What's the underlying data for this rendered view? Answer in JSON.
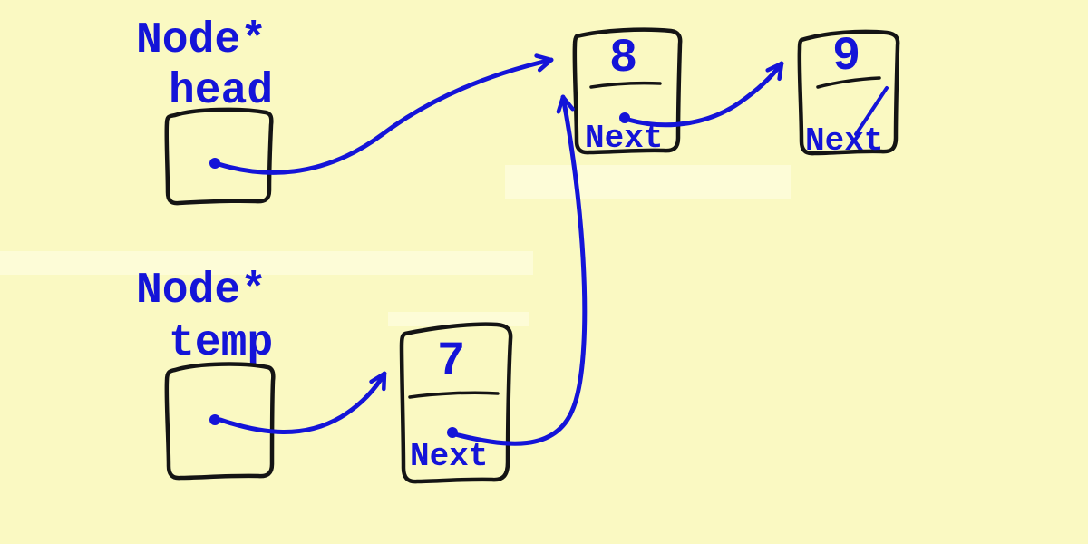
{
  "canvas": {
    "background_color": "#FAF9C2",
    "highlight_color": "#FEFDDC",
    "ink_color": "#141414",
    "pen_color": "#1414D8"
  },
  "pointers": {
    "head": {
      "type": "Node*",
      "name": "head"
    },
    "temp": {
      "type": "Node*",
      "name": "temp"
    }
  },
  "nodes": {
    "node8": {
      "value": "8",
      "next_label": "Next"
    },
    "node9": {
      "value": "9",
      "next_label": "Next"
    },
    "node7": {
      "value": "7",
      "next_label": "Next"
    }
  }
}
